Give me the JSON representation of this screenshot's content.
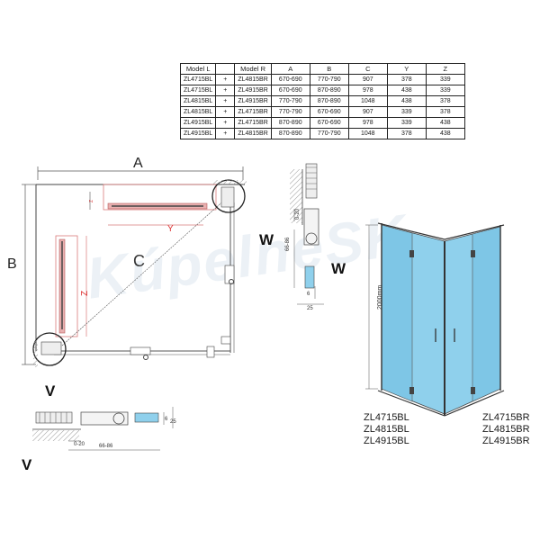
{
  "table": {
    "headers": [
      "Model L",
      "",
      "Model R",
      "A",
      "B",
      "C",
      "Y",
      "Z"
    ],
    "rows": [
      [
        "ZL4715BL",
        "+",
        "ZL4815BR",
        "670-690",
        "770-790",
        "907",
        "378",
        "339"
      ],
      [
        "ZL4715BL",
        "+",
        "ZL4915BR",
        "670-690",
        "870-890",
        "978",
        "438",
        "339"
      ],
      [
        "ZL4815BL",
        "+",
        "ZL4915BR",
        "770-790",
        "870-890",
        "1048",
        "438",
        "378"
      ],
      [
        "ZL4815BL",
        "+",
        "ZL4715BR",
        "770-790",
        "670-690",
        "907",
        "339",
        "378"
      ],
      [
        "ZL4915BL",
        "+",
        "ZL4715BR",
        "870-890",
        "670-690",
        "978",
        "339",
        "438"
      ],
      [
        "ZL4915BL",
        "+",
        "ZL4815BR",
        "870-890",
        "770-790",
        "1048",
        "378",
        "438"
      ]
    ]
  },
  "plan": {
    "label_a": "A",
    "label_b": "B",
    "label_c": "C",
    "label_y": "Y",
    "label_z": "Z",
    "label_w_small": "W",
    "label_v_small": "V",
    "detail_marker_top": "W",
    "detail_marker_bottom": "V"
  },
  "detail_w": {
    "label": "W",
    "dim_range": "0-20",
    "dim_width": "66-86",
    "dim_6": "6",
    "dim_25": "25"
  },
  "detail_v": {
    "label": "V",
    "dim_range": "0-20",
    "dim_width": "66-86",
    "dim_6": "6",
    "dim_25": "25"
  },
  "elevation": {
    "label_w": "W",
    "height": "2000mm",
    "models_left": [
      "ZL4715BL",
      "ZL4815BL",
      "ZL4915BL"
    ],
    "models_right": [
      "ZL4715BR",
      "ZL4815BR",
      "ZL4915BR"
    ]
  },
  "watermark": "KúpelneSK",
  "colors": {
    "glass": "#8fd0ec",
    "glass_dark": "#5ea9c9",
    "profile": "#d97a7a",
    "line": "#444444"
  }
}
